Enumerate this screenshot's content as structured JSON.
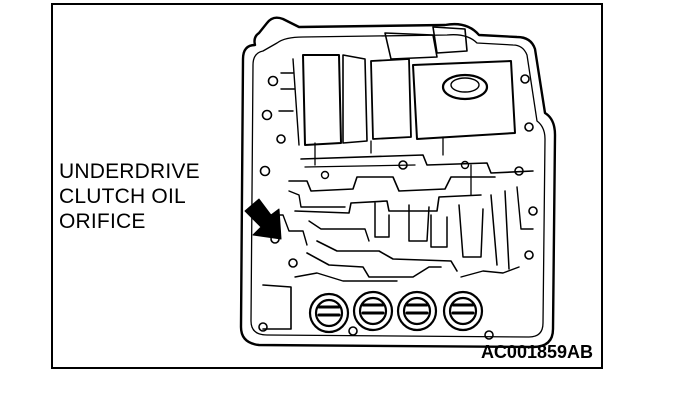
{
  "callout": {
    "lines": [
      "UNDERDRIVE",
      "CLUTCH OIL",
      "ORIFICE"
    ]
  },
  "figure_id": "AC001859AB",
  "icons": {
    "pointer": "arrow-pointer-icon"
  }
}
